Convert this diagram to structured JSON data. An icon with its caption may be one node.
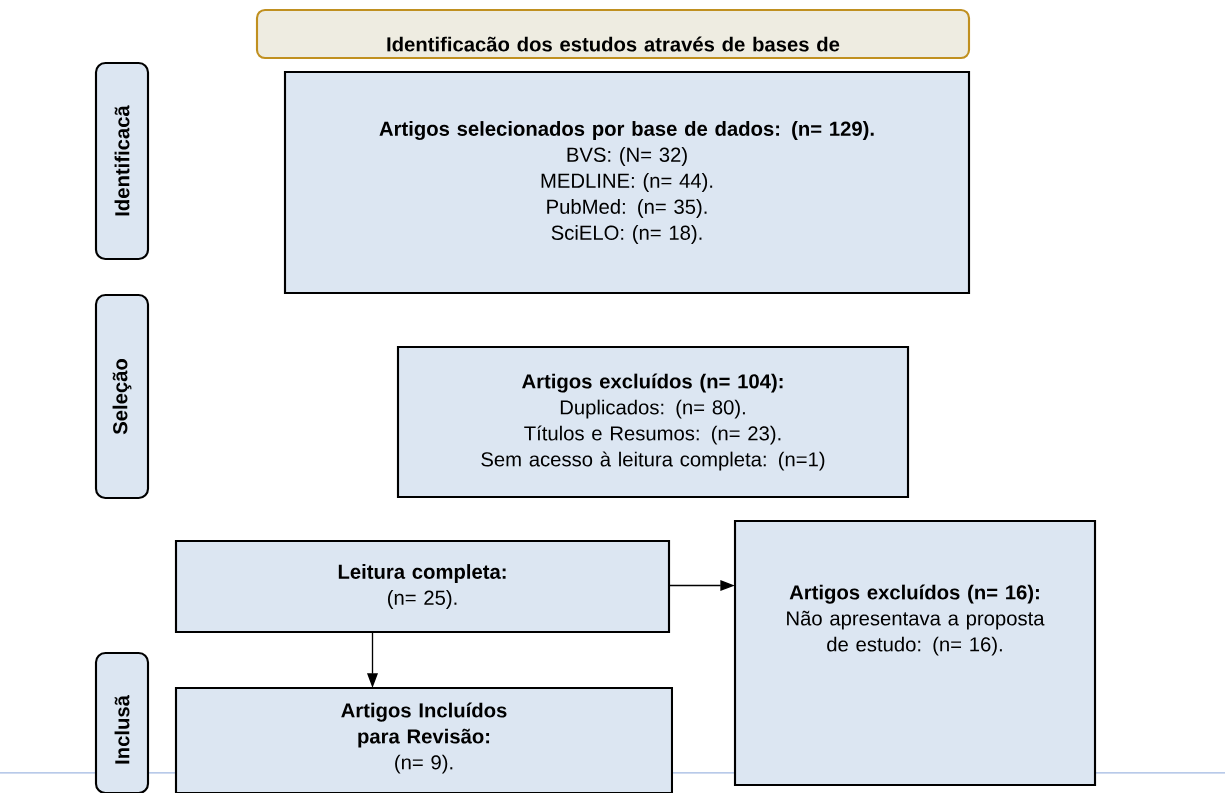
{
  "diagram": {
    "nodes": [
      {
        "text": [
          "Identificacão dos estudos através de bases de"
        ]
      },
      {
        "text": [
          "Identificacã"
        ]
      },
      {
        "text": [
          "Artigos selecionados por base de dados: (n= 129).",
          "BVS: (N= 32)",
          "MEDLINE: (n= 44).",
          "PubMed: (n= 35).",
          "SciELO: (n= 18)."
        ]
      },
      {
        "text": [
          "Seleção"
        ]
      },
      {
        "text": [
          "Artigos excluídos (n= 104):",
          "Duplicados: (n= 80).",
          "Títulos e Resumos: (n= 23).",
          "Sem acesso à leitura completa: (n=1)"
        ]
      },
      {
        "text": [
          "Leitura completa:",
          "(n= 25)."
        ]
      },
      {
        "text": [
          "Artigos excluídos (n= 16):",
          "Não apresentava a proposta de estudo: (n= 16)."
        ]
      },
      {
        "text": [
          "Inclusã"
        ]
      },
      {
        "text": [
          "Artigos Incluídos para Revisão:",
          "(n= 9)."
        ]
      }
    ],
    "edges": [
      {
        "from": 5,
        "to": 6,
        "arrow": "to"
      },
      {
        "from": 5,
        "to": 8,
        "arrow": "to"
      }
    ]
  }
}
